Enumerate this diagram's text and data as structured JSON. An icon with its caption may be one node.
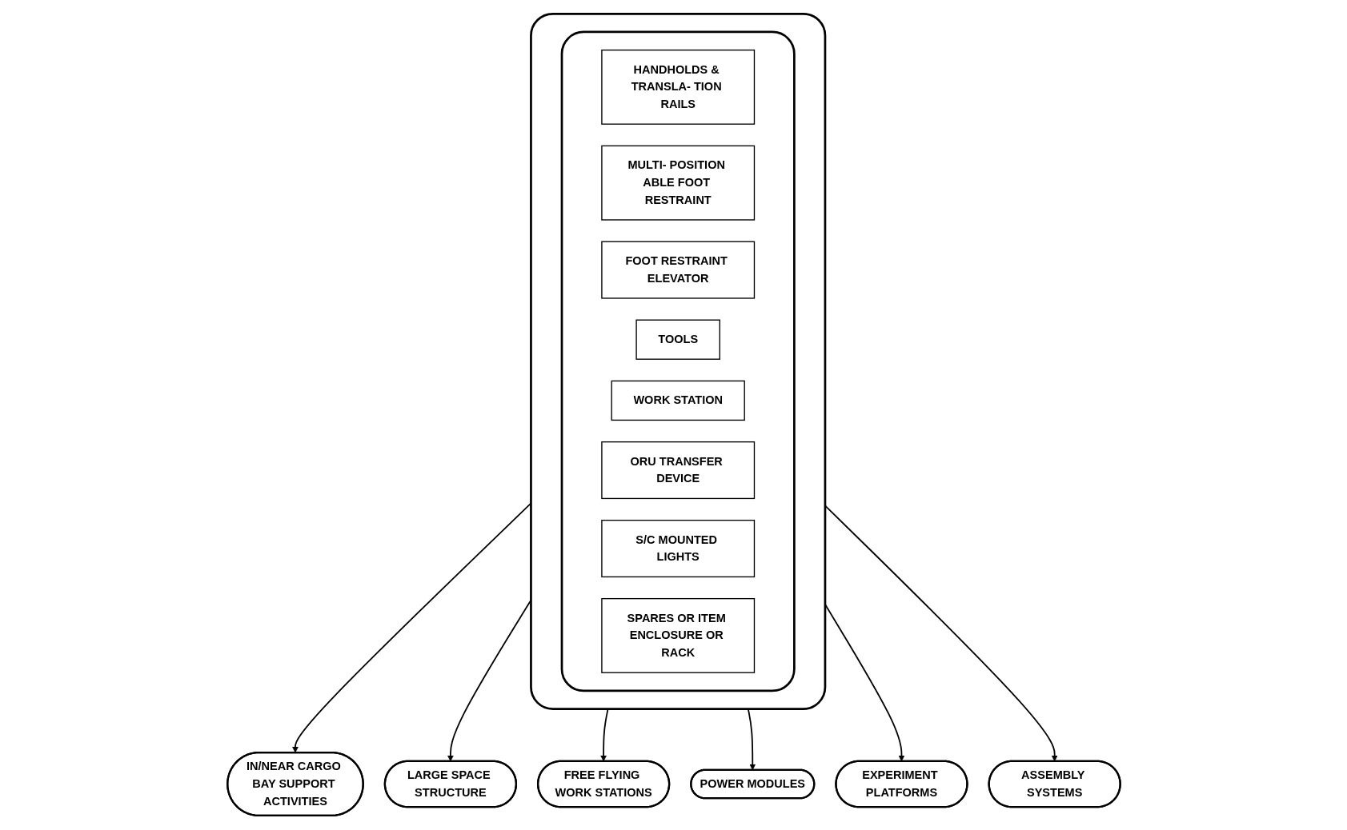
{
  "diagram": {
    "nodes": [
      {
        "text": [
          "IN/NEAR CARGO BAY SUPPORT ACTIVITIES"
        ]
      },
      {
        "text": [
          "LARGE SPACE STRUCTURE"
        ]
      },
      {
        "text": [
          "FREE FLYING WORK STATIONS"
        ]
      },
      {
        "text": [],
        "shape": "box"
      },
      {
        "text": [],
        "shape": "box",
        "in": 3
      },
      {
        "text": [
          "HANDHOLDS & TRANSLA- TION RAILS"
        ],
        "in": 4
      },
      {
        "text": [
          "MULTI- POSITION ABLE FOOT RESTRAINT"
        ],
        "in": 4
      },
      {
        "text": [
          "FOOT RESTRAINT ELEVATOR"
        ],
        "in": 4
      },
      {
        "text": [
          "TOOLS"
        ],
        "in": 4
      },
      {
        "text": [
          "WORK STATION"
        ],
        "in": 4
      },
      {
        "text": [
          "ORU TRANSFER DEVICE"
        ],
        "in": 4
      },
      {
        "text": [
          "S/C MOUNTED LIGHTS"
        ],
        "in": 4
      },
      {
        "text": [
          "SPARES OR ITEM ENCLOSURE OR RACK"
        ],
        "in": 4
      },
      {
        "text": [
          "POWER MODULES"
        ]
      },
      {
        "text": [
          "EXPERIMENT PLATFORMS"
        ]
      },
      {
        "text": [
          "ASSEMBLY SYSTEMS"
        ]
      }
    ],
    "edges": [
      {
        "from": 3,
        "to": 0,
        "arrow": "to"
      },
      {
        "from": 3,
        "to": 1,
        "arrow": "to"
      },
      {
        "from": 3,
        "to": 2,
        "arrow": "to"
      },
      {
        "from": 3,
        "to": 13,
        "arrow": "to"
      },
      {
        "from": 3,
        "to": 14,
        "arrow": "to"
      },
      {
        "from": 3,
        "to": 15,
        "arrow": "to"
      }
    ]
  }
}
